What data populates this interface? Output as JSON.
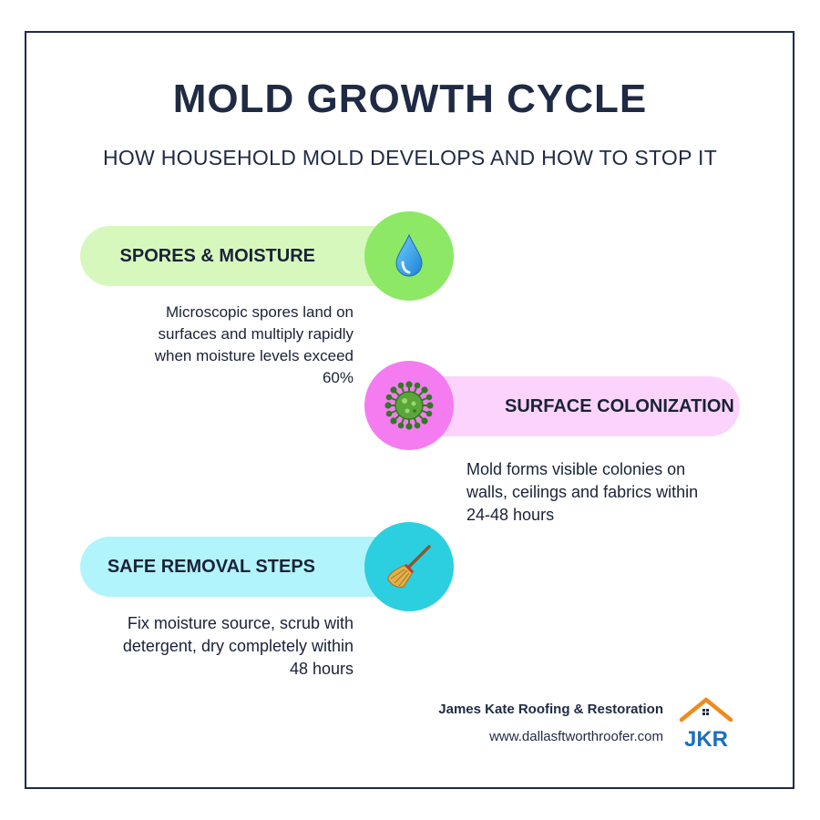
{
  "header": {
    "title": "MOLD GROWTH CYCLE",
    "subtitle": "HOW HOUSEHOLD MOLD DEVELOPS AND HOW TO STOP IT"
  },
  "steps": [
    {
      "label": "SPORES & MOISTURE",
      "description": "Microscopic spores land on surfaces and multiply rapidly when moisture levels exceed 60%",
      "icon": "water-droplet-icon",
      "pill_color": "#d6f8bd",
      "circle_color": "#8de865"
    },
    {
      "label": "SURFACE COLONIZATION",
      "description": "Mold forms visible colonies on walls, ceilings and fabrics within 24-48 hours",
      "icon": "microbe-icon",
      "pill_color": "#fcd4fb",
      "circle_color": "#f57cf0"
    },
    {
      "label": "SAFE REMOVAL STEPS",
      "description": "Fix moisture source, scrub with detergent, dry completely within 48 hours",
      "icon": "broom-icon",
      "pill_color": "#b2f4fb",
      "circle_color": "#2ccfe0"
    }
  ],
  "brand": {
    "name": "James Kate Roofing & Restoration",
    "url": "www.dallasftworthroofer.com",
    "logo_text": "JKR",
    "logo_colors": {
      "roof": "#f08a1c",
      "letters": "#1b6fbf"
    }
  }
}
